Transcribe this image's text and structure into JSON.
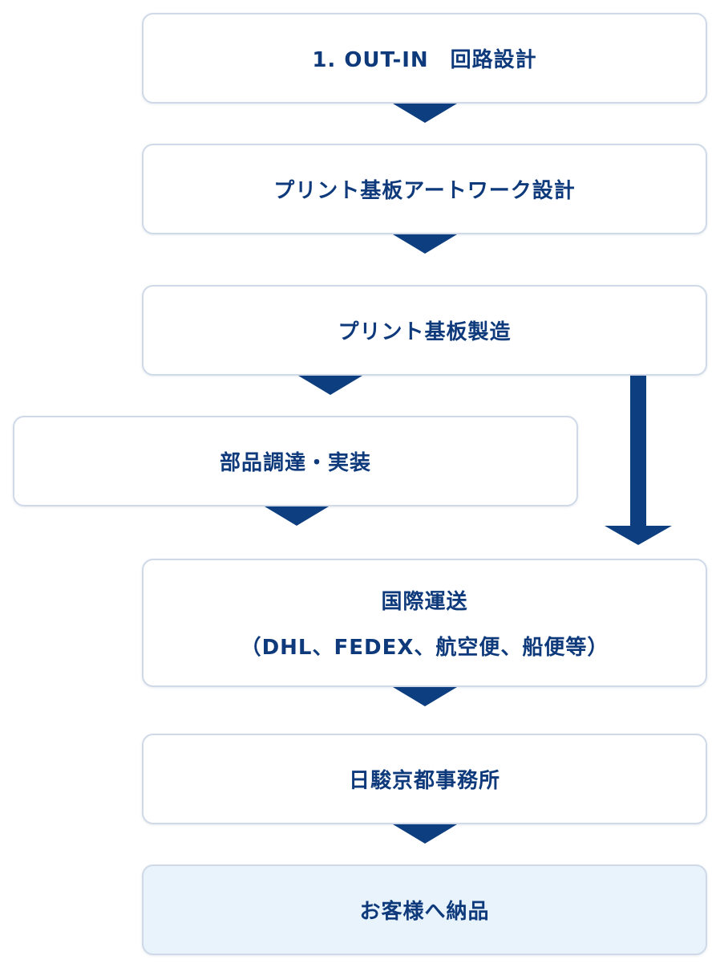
{
  "steps": [
    {
      "label": "1. OUT-IN　回路設計"
    },
    {
      "label": "プリント基板アートワーク設計"
    },
    {
      "label": "プリント基板製造"
    },
    {
      "label": "部品調達・実装"
    },
    {
      "label": "国際運送",
      "sub": "（DHL、FEDEX、航空便、船便等）"
    },
    {
      "label": "日駿京都事務所"
    },
    {
      "label": "お客様へ納品"
    }
  ],
  "colors": {
    "text": "#0e3a7c",
    "arrow": "#0d3e80",
    "border": "#cfd9e8",
    "final_fill": "#e8f3fc"
  }
}
